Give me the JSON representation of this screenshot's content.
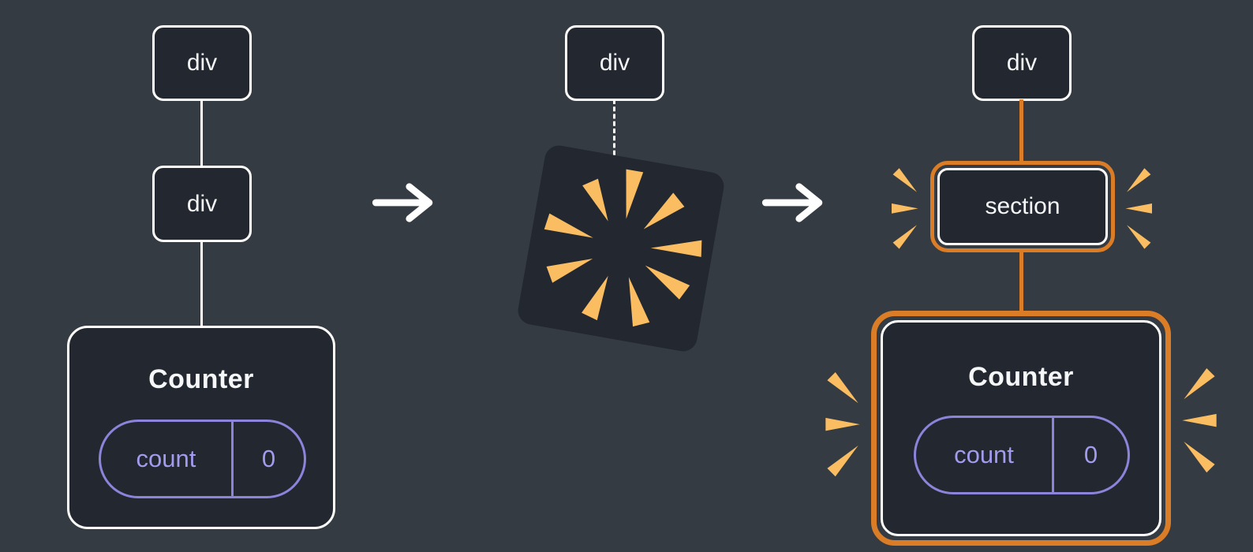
{
  "colors": {
    "page_bg": "#343b42",
    "node_fill": "#23272f",
    "node_border": "#ffffff",
    "text_light": "#f6f7f9",
    "accent_orange": "#db7d27",
    "burst_orange": "#fabd62",
    "state_purple": "#8b84da",
    "state_text": "#a29bee"
  },
  "stages": {
    "before": {
      "root_label": "div",
      "child_label": "div",
      "component": {
        "title": "Counter",
        "state_name": "count",
        "state_value": "0"
      }
    },
    "during": {
      "root_label": "div"
    },
    "after": {
      "root_label": "div",
      "child_label": "section",
      "component": {
        "title": "Counter",
        "state_name": "count",
        "state_value": "0"
      }
    }
  }
}
